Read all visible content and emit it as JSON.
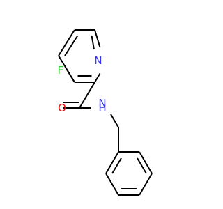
{
  "molecule": {
    "atoms": [
      {
        "id": "N1",
        "label": "N",
        "color": "#3333ff"
      },
      {
        "id": "F",
        "label": "F",
        "color": "#33cc33"
      },
      {
        "id": "O",
        "label": "O",
        "color": "#ff0000"
      },
      {
        "id": "N2",
        "label": "N",
        "color": "#3333ff"
      },
      {
        "id": "H",
        "label": "H",
        "color": "#3333ff"
      }
    ]
  }
}
